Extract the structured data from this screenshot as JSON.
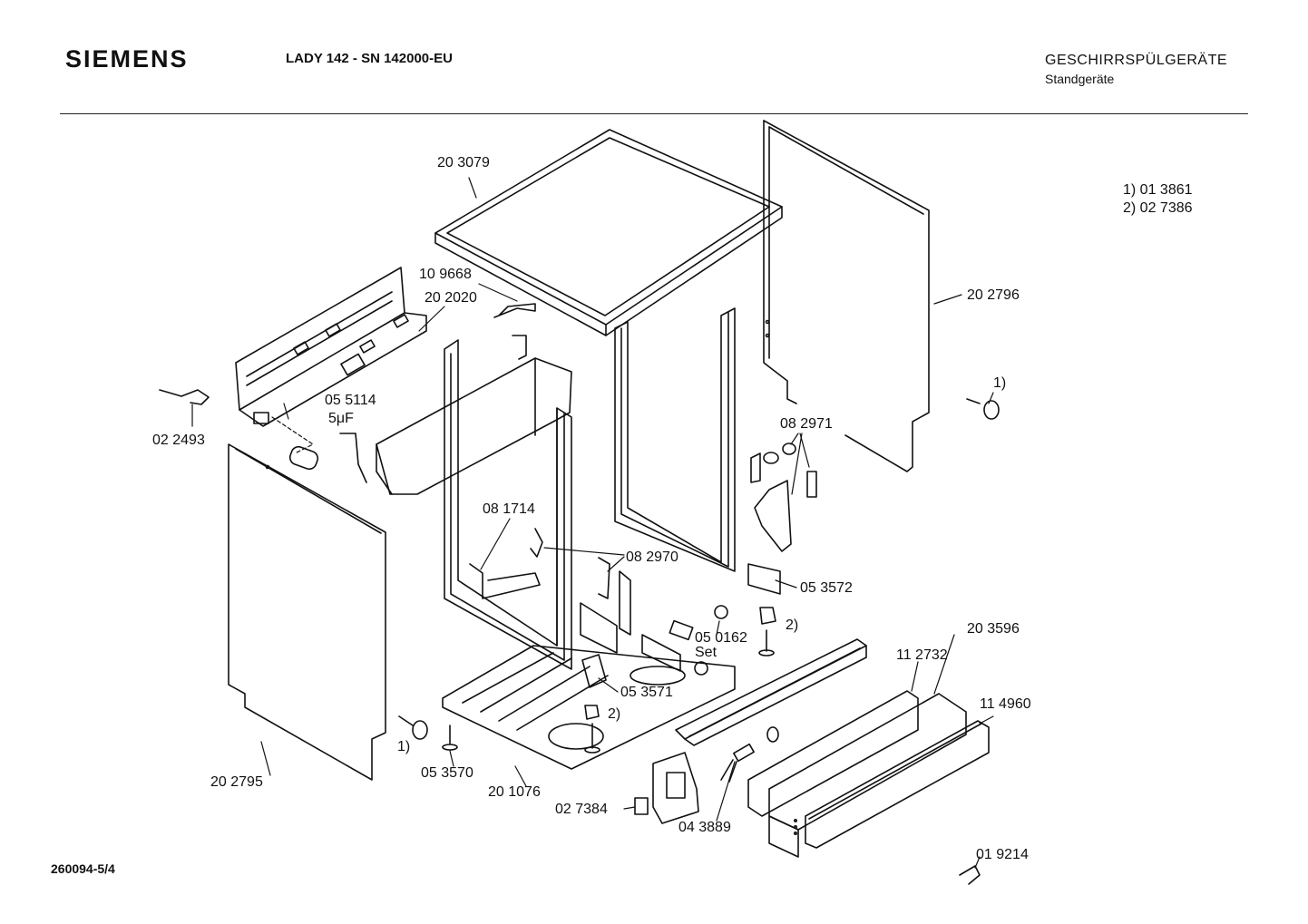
{
  "header": {
    "brand": "SIEMENS",
    "model": "LADY 142 - SN 142000-EU",
    "category": "GESCHIRRSPÜLGERÄTE",
    "subcategory": "Standgeräte"
  },
  "footnotes": [
    "1) 01 3861",
    "2) 02 7386"
  ],
  "document_number": "260094-5/4",
  "parts": [
    {
      "key": "top-cover",
      "label": "20 3079"
    },
    {
      "key": "bracket-top",
      "label": "10 9668"
    },
    {
      "key": "rear-rail",
      "label": "20 2020"
    },
    {
      "key": "right-side-panel",
      "label": "20 2796"
    },
    {
      "key": "hinge-screw",
      "label": "02 2493"
    },
    {
      "key": "capacitor",
      "label": "05 5114"
    },
    {
      "key": "capacitor-rating",
      "label": "5μF"
    },
    {
      "key": "clip-set",
      "label": "08 2971"
    },
    {
      "key": "fn-1-right",
      "label": "1)"
    },
    {
      "key": "corner-bracket",
      "label": "08 1714"
    },
    {
      "key": "hinge-parts",
      "label": "08 2970"
    },
    {
      "key": "foot-bracket-right",
      "label": "05 3572"
    },
    {
      "key": "fn-2-upper",
      "label": "2)"
    },
    {
      "key": "screw-set",
      "label": "05 0162"
    },
    {
      "key": "set",
      "label": "Set"
    },
    {
      "key": "plinth",
      "label": "20 3596"
    },
    {
      "key": "plinth-rail",
      "label": "11 2732"
    },
    {
      "key": "plinth-cover",
      "label": "11 4960"
    },
    {
      "key": "foot-bracket-left",
      "label": "05 3571"
    },
    {
      "key": "fn-2-lower",
      "label": "2)"
    },
    {
      "key": "fn-1-left",
      "label": "1)"
    },
    {
      "key": "leveling-foot",
      "label": "05 3570"
    },
    {
      "key": "left-side-panel",
      "label": "20 2795"
    },
    {
      "key": "base-pan",
      "label": "20 1076"
    },
    {
      "key": "switch-holder",
      "label": "02 7384"
    },
    {
      "key": "sensor",
      "label": "04 3889"
    },
    {
      "key": "plinth-screw",
      "label": "01 9214"
    }
  ]
}
